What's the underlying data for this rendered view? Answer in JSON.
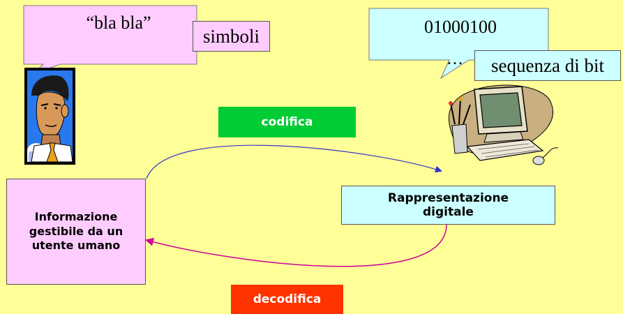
{
  "speech_human": {
    "quote": "“bla bla”",
    "label": "simboli"
  },
  "speech_computer": {
    "bits": "01000100",
    "ellipsis": "…",
    "label": "sequenza di bit"
  },
  "encode_label": "codifica",
  "decode_label": "decodifica",
  "human_info_box": "Informazione gestibile da un utente umano",
  "digital_box": "Rappresentazione digitale",
  "colors": {
    "background": "#ffff99",
    "human_bubble": "#ffccff",
    "computer_bubble": "#ccffff",
    "encode_fill": "#00cc33",
    "decode_fill": "#ff3300",
    "encode_arrow": "#3333cc",
    "decode_arrow": "#cc0099"
  }
}
